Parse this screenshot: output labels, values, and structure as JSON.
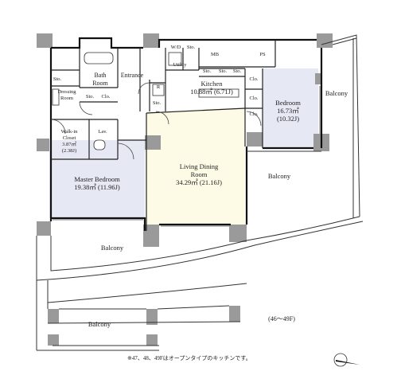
{
  "rooms": {
    "bath": {
      "line1": "Bath",
      "line2": "Room"
    },
    "entrance": "Entrance",
    "wd": "W/D",
    "sto_wd": "Sto.",
    "utility": "Utility",
    "mb": "MB",
    "ps": "PS",
    "sto_top_left": "Sto.",
    "dressing": {
      "line1": "Dressing",
      "line2": "Room"
    },
    "sto_dress_1": "Sto.",
    "clo_dress": "Clo.",
    "r": "R",
    "sto_entrance": "Sto.",
    "kitchen": {
      "name": "Kitchen",
      "area": "10.88㎡ (6.71J)"
    },
    "sto_k1": "Sto.",
    "sto_k2": "Sto.",
    "sto_k3": "Sto.",
    "clo_bed_1": "Clo.",
    "clo_bed_2": "Clo.",
    "clo_bed_3": "Clo.",
    "bedroom": {
      "name": "Bedroom",
      "area1": "16.73㎡",
      "area2": "(10.32J)"
    },
    "walkin": {
      "line1": "Walk-in",
      "line2": "Closet",
      "area1": "3.87㎡",
      "area2": "(2.38J)"
    },
    "lav": "Lav.",
    "master": {
      "name": "Master Bedroom",
      "area": "19.38㎡ (11.96J)"
    },
    "living": {
      "line1": "Living Dining",
      "line2": "Room",
      "area": "34.29㎡ (21.16J)"
    },
    "balcony_right": "Balcony",
    "balcony_mid_right": "Balcony",
    "balcony_bottom": "Balcony",
    "balcony_inset": "Balcony"
  },
  "floors_note": "(46～49F)",
  "footnote": "※47、48、49Fはオープンタイプのキッチンです。",
  "colors": {
    "bedroom_fill": "#e6e8f4",
    "living_fill": "#fdfbe6",
    "wall": "#111111",
    "pillar": "#9a9a9a"
  }
}
